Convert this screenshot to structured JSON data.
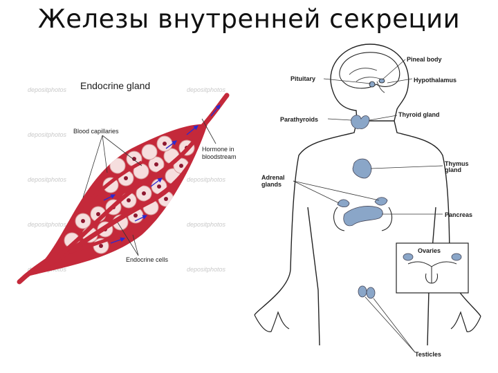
{
  "title": "Железы внутренней секреции",
  "left_diagram": {
    "title": "Endocrine  gland",
    "labels": {
      "blood_capillaries": "Blood capillaries",
      "hormone_line1": "Hormone in",
      "hormone_line2": "bloodstream",
      "endocrine_cells": "Endocrine  cells"
    },
    "watermark": "depositphotos",
    "colors": {
      "vessel": "#c4293a",
      "cell": "#f6dede",
      "nucleus": "#8e1830",
      "arrow": "#2a2ad0"
    }
  },
  "right_diagram": {
    "labels": {
      "pineal_body": "Pineal body",
      "pituitary": "Pituitary",
      "hypothalamus": "Hypothalamus",
      "parathyroids": "Parathyroids",
      "thyroid_gland": "Thyroid gland",
      "thymus_line1": "Thymus",
      "thymus_line2": "gland",
      "adrenal_line1": "Adrenal",
      "adrenal_line2": "glands",
      "pancreas": "Pancreas",
      "ovaries": "Ovaries",
      "testicles": "Testicles"
    },
    "colors": {
      "gland": "#8aa6c8",
      "outline": "#222222"
    }
  }
}
